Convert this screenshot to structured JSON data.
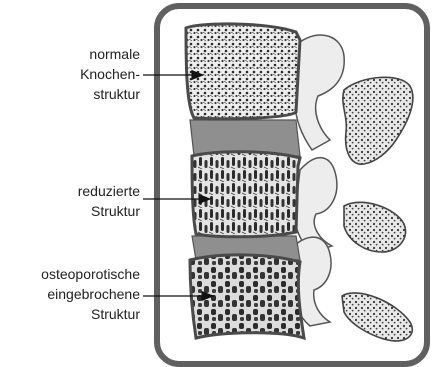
{
  "labels": {
    "normal": "normale\nKnochen-\nstruktur",
    "reduced": "reduzierte\nStruktur",
    "osteoporotic": "osteoporotische\neingebrochene\nStruktur"
  },
  "colors": {
    "frame": "#606060",
    "disc": "#8f8f8f",
    "bone_fill": "#e6e6e6",
    "bone_outline": "#4a4a4a",
    "trabecula": "#2b2b2b"
  }
}
